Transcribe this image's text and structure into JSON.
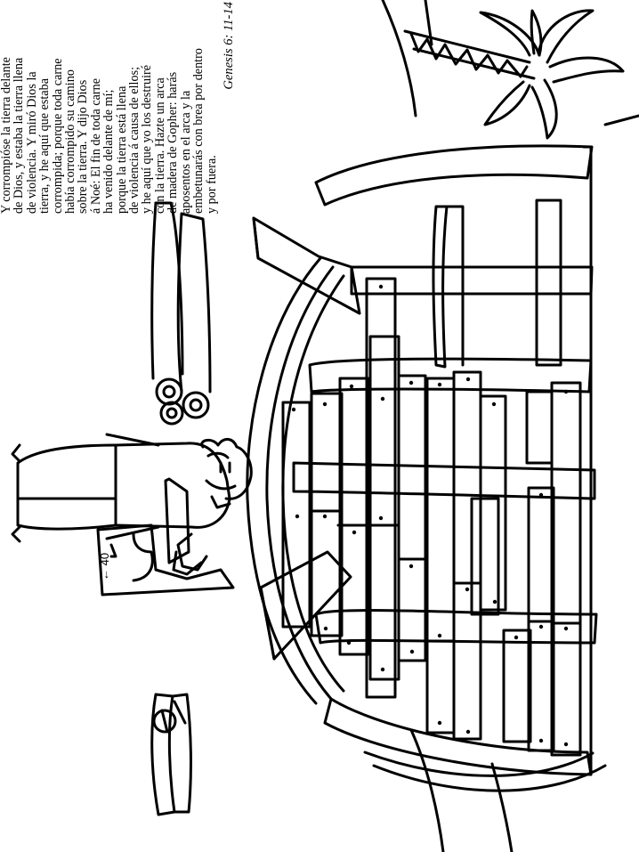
{
  "verse": {
    "lines": [
      "Y corrompióse la tierra delante",
      "de Dios, y estaba la tierra llena",
      "de violencia.  Y miró Dios la",
      "tierra, y he aquí que estaba",
      "corrompida; porque toda carne",
      "había corrompido su camino",
      "sobre la tierra.  Y dijo Dios",
      "á Noé:  El fin de toda carne",
      "ha venido delante de mí;",
      "porque la tierra está llena",
      "de violencia á causa de ellos;",
      "y he aquí que yo los destruiré",
      "con la tierra. Hazte un arca",
      "de madera de Gopher:  harás",
      "aposentos en el arca y la",
      "embetunarás con brea por dentro",
      "y por fuera."
    ],
    "reference": "Genesis 6: 11-14"
  },
  "plan_label": "← 40"
}
